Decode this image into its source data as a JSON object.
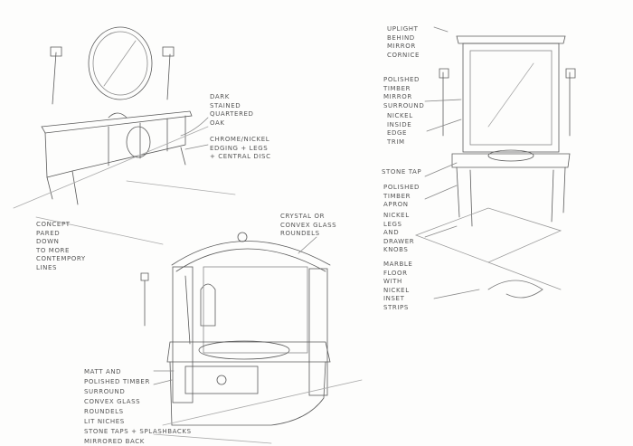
{
  "sketch_1": {
    "notes": [
      {
        "lines": [
          "Dark",
          "Stained",
          "Quartered",
          "Oak"
        ]
      },
      {
        "lines": [
          "Chrome/Nickel",
          "Edging + Legs",
          "+ Central Disc"
        ]
      },
      {
        "lines": [
          "Concept",
          "Pared",
          "Down",
          "To more",
          "Contempory",
          "Lines"
        ]
      }
    ]
  },
  "sketch_2": {
    "notes": [
      {
        "lines": [
          "Uplight",
          "Behind",
          "Mirror",
          "Cornice"
        ]
      },
      {
        "lines": [
          "Polished",
          "Timber",
          "Mirror",
          "Surround"
        ]
      },
      {
        "lines": [
          "Nickel",
          "Inside",
          "Edge",
          "Trim"
        ]
      },
      {
        "lines": [
          "Stone Tap"
        ]
      },
      {
        "lines": [
          "Polished",
          "Timber",
          "Apron"
        ]
      },
      {
        "lines": [
          "Nickel",
          "Legs",
          "And",
          "Drawer",
          "Knobs"
        ]
      },
      {
        "lines": [
          "Marble",
          "Floor",
          "With",
          "Nickel",
          "Inset",
          "Strips"
        ]
      }
    ]
  },
  "sketch_3": {
    "notes": [
      {
        "lines": [
          "Crystal or",
          "Convex Glass",
          "Roundels"
        ]
      },
      {
        "lines": [
          "Matt and",
          "Polished Timber",
          "Surround",
          "Convex Glass",
          "Roundels",
          "Lit Niches",
          "Stone Taps + Splashbacks",
          "Mirrored Back"
        ]
      }
    ]
  },
  "colors": {
    "paper": "#fdfdfc",
    "pencil": "#555555"
  }
}
